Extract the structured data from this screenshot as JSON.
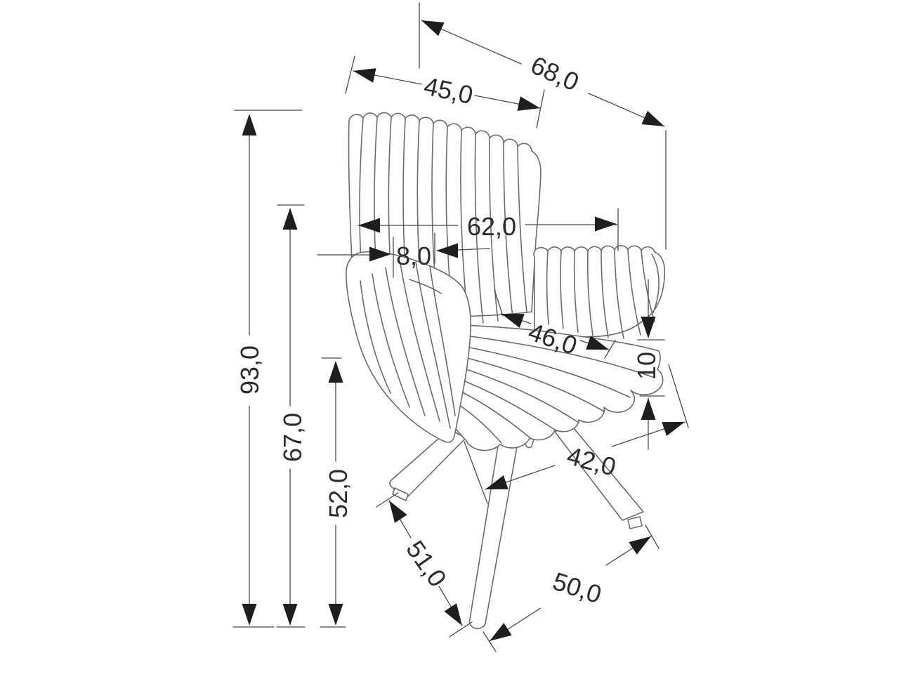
{
  "diagram": {
    "kind": "furniture-dimension-drawing",
    "subject": "channel-tufted swivel armchair, three-quarter view, with metric dimension annotations",
    "unit_style": "comma-decimal centimeters",
    "colors": {
      "background": "#ffffff",
      "chair_line": "#6b6b6b",
      "dimension_line": "#4a4a4a",
      "arrow": "#1e1e1e",
      "text": "#2b2b2b"
    }
  },
  "dimensions": {
    "overall_height": "93,0",
    "height_to_armrest": "67,0",
    "seat_height": "52,0",
    "seat_top_width": "45,0",
    "overall_depth": "68,0",
    "backrest_width": "62,0",
    "armrest_top_width": "8,0",
    "seat_depth": "46,0",
    "seat_cushion_thickness": "10",
    "leg_stance_front": "42,0",
    "leg_length": "51,0",
    "leg_stance_side": "50,0"
  }
}
